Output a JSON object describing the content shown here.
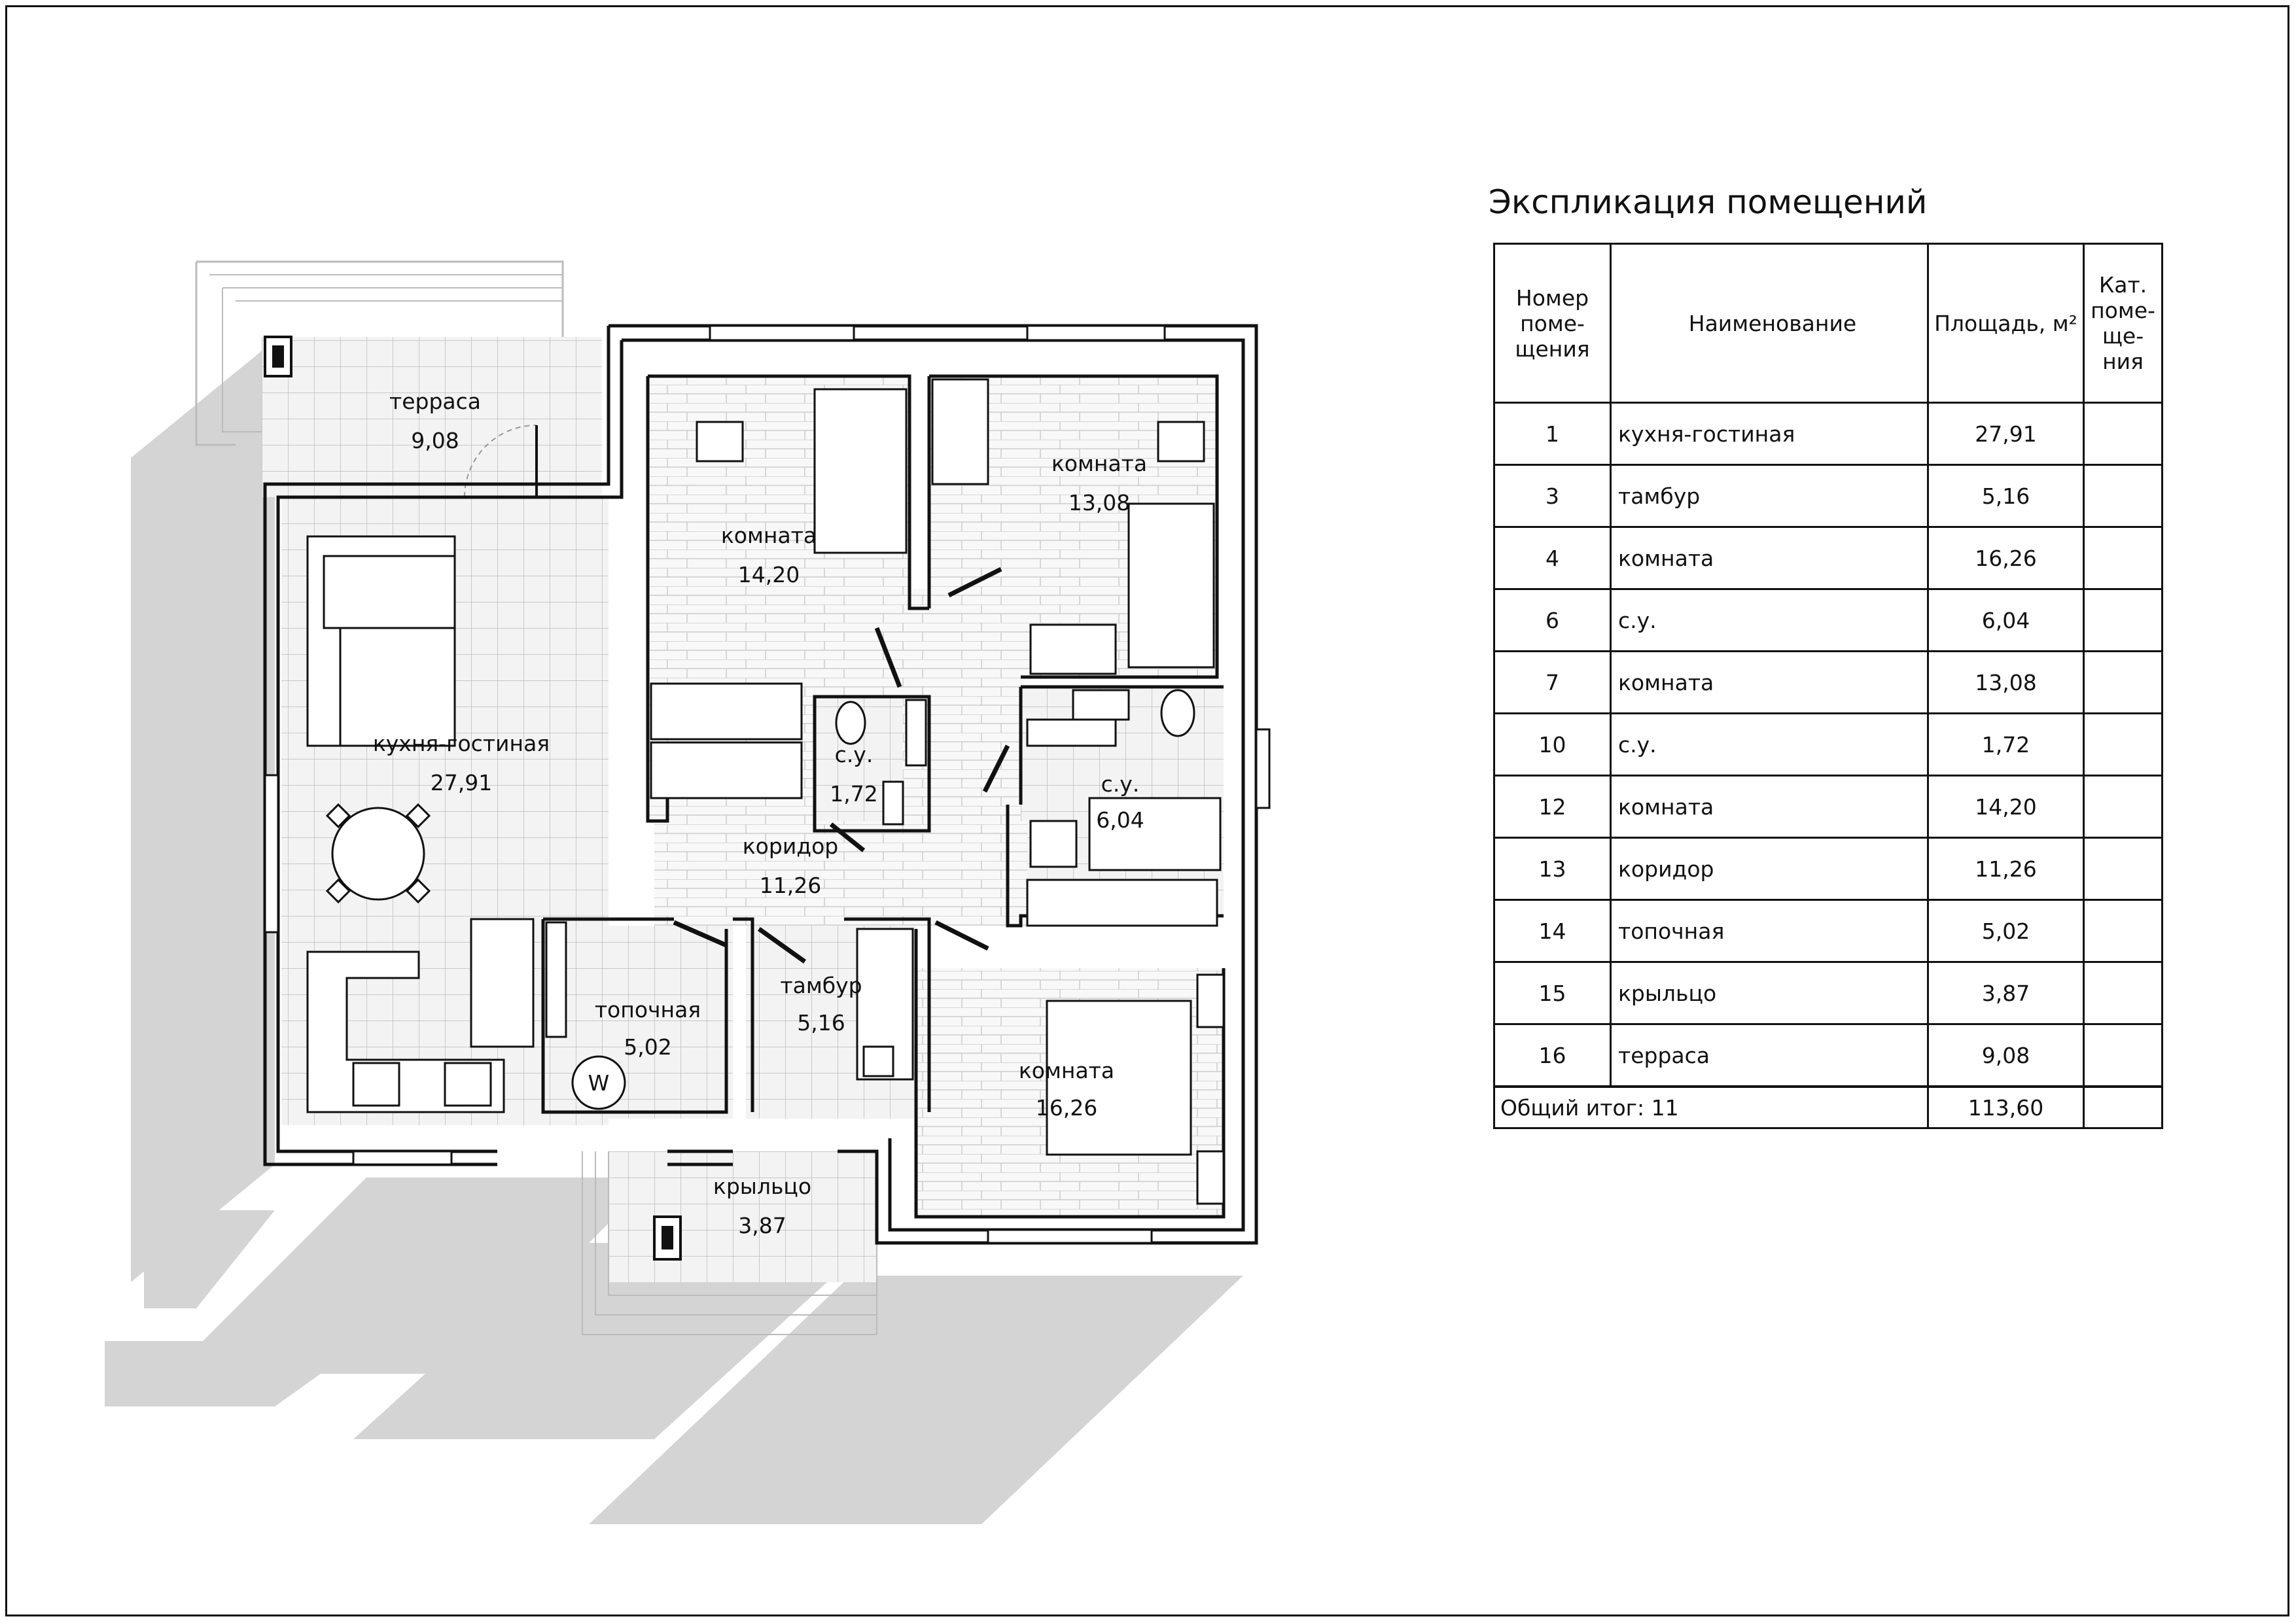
{
  "explication": {
    "title": "Экспликация помещений",
    "headers": {
      "number": "Номер поме-щения",
      "name": "Наименование",
      "area": "Площадь, м²",
      "category": "Кат. поме-ще-ния"
    },
    "rows": [
      {
        "num": "1",
        "name": "кухня-гостиная",
        "area": "27,91",
        "cat": ""
      },
      {
        "num": "3",
        "name": "тамбур",
        "area": "5,16",
        "cat": ""
      },
      {
        "num": "4",
        "name": "комната",
        "area": "16,26",
        "cat": ""
      },
      {
        "num": "6",
        "name": "с.у.",
        "area": "6,04",
        "cat": ""
      },
      {
        "num": "7",
        "name": "комната",
        "area": "13,08",
        "cat": ""
      },
      {
        "num": "10",
        "name": "с.у.",
        "area": "1,72",
        "cat": ""
      },
      {
        "num": "12",
        "name": "комната",
        "area": "14,20",
        "cat": ""
      },
      {
        "num": "13",
        "name": "коридор",
        "area": "11,26",
        "cat": ""
      },
      {
        "num": "14",
        "name": "топочная",
        "area": "5,02",
        "cat": ""
      },
      {
        "num": "15",
        "name": "крыльцо",
        "area": "3,87",
        "cat": ""
      },
      {
        "num": "16",
        "name": "терраса",
        "area": "9,08",
        "cat": ""
      }
    ],
    "total_label": "Общий итог: 11",
    "total_area": "113,60"
  },
  "plan_labels": {
    "terrace": {
      "name": "терраса",
      "area": "9,08"
    },
    "kitchen": {
      "name": "кухня-гостиная",
      "area": "27,91"
    },
    "room12": {
      "name": "комната",
      "area": "14,20"
    },
    "room7": {
      "name": "комната",
      "area": "13,08"
    },
    "wc10": {
      "name": "с.у.",
      "area": "1,72"
    },
    "wc6": {
      "name": "с.у.",
      "area": "6,04"
    },
    "corridor": {
      "name": "коридор",
      "area": "11,26"
    },
    "boiler": {
      "name": "топочная",
      "area": "5,02"
    },
    "vestibule": {
      "name": "тамбур",
      "area": "5,16"
    },
    "room4": {
      "name": "комната",
      "area": "16,26"
    },
    "porch": {
      "name": "крыльцо",
      "area": "3,87"
    },
    "boiler_symbol": "W"
  }
}
